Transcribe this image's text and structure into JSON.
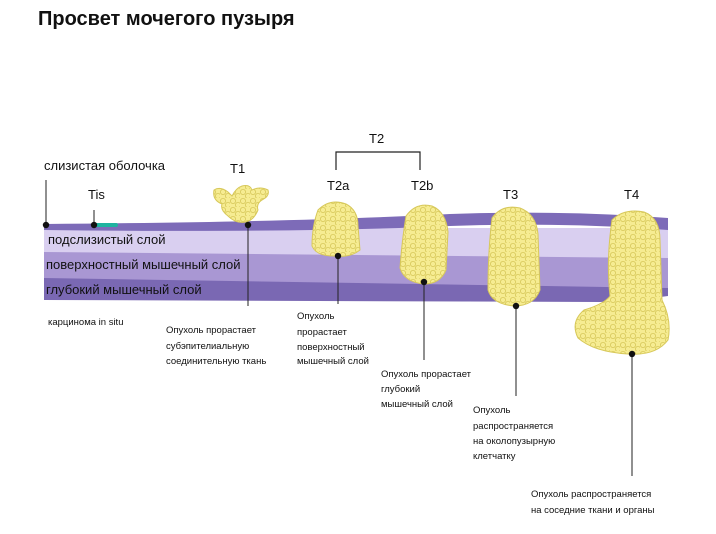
{
  "title": "Просвет мочегого пузыря",
  "layers": {
    "mucosa": "слизистая оболочка",
    "submucosa": "подслизистый слой",
    "superficial_muscle": "поверхностный мышечный слой",
    "deep_muscle": "глубокий мышечный слой"
  },
  "colors": {
    "mucosa": "#7d6bb8",
    "submucosa": "#d9cff0",
    "superficial_muscle": "#a997d3",
    "deep_muscle": "#7a68b3",
    "tumor": "#f6ec92",
    "tumor_outline": "#d7c85a",
    "tis": "#1fb3a0"
  },
  "stages": {
    "tis": "Tis",
    "t1": "T1",
    "t2": "T2",
    "t2a": "T2a",
    "t2b": "T2b",
    "t3": "T3",
    "t4": "T4"
  },
  "descriptions": {
    "tis": [
      "карцинома in situ"
    ],
    "t1": [
      "Опухоль прорастает",
      "субэпителиальную",
      "соединительную ткань"
    ],
    "t2a": [
      "Опухоль",
      "прорастает",
      "поверхностный",
      "мышечный слой"
    ],
    "t2b": [
      "Опухоль прорастает",
      "глубокий",
      "мышечный слой"
    ],
    "t3": [
      "Опухоль",
      "распространяется",
      "на околопузырную",
      "клетчатку"
    ],
    "t4": [
      "Опухоль распространяется",
      "на соседние ткани и органы"
    ]
  }
}
